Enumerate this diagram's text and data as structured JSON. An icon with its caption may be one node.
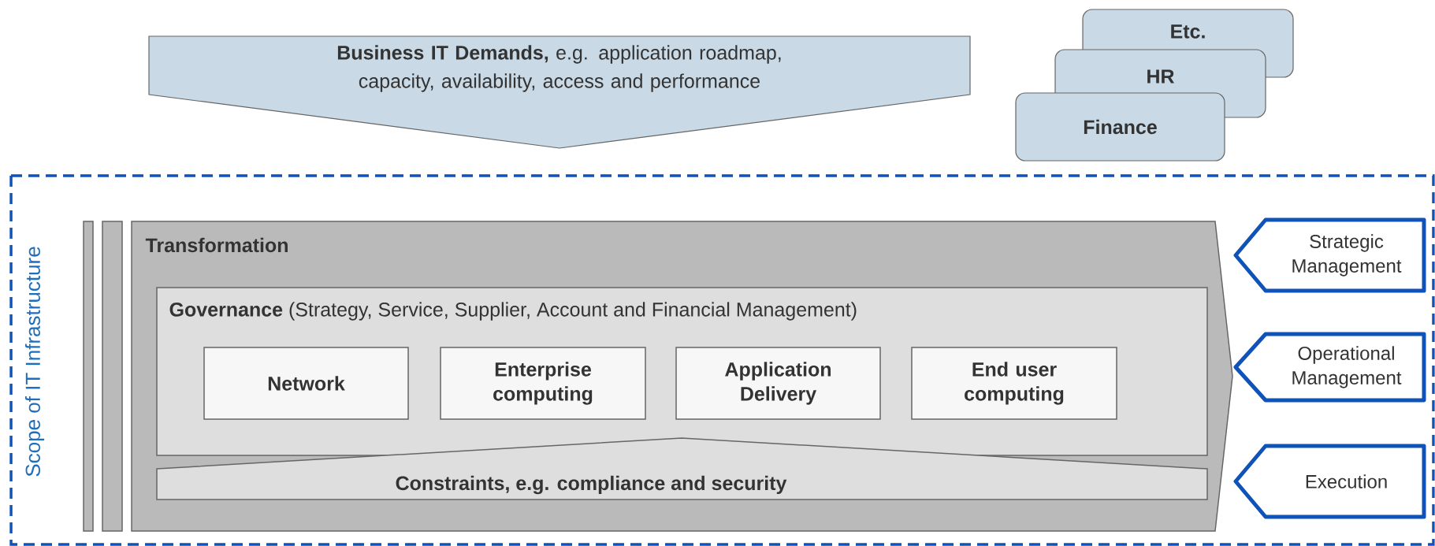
{
  "diagram": {
    "nodes": [
      {
        "text": [
          "**Business IT Demands,** e.g. application roadmap, capacity, availability, access and performance"
        ]
      },
      {
        "text": [
          "Etc."
        ]
      },
      {
        "text": [
          "HR"
        ]
      },
      {
        "text": [
          "Finance"
        ]
      },
      {
        "text": [
          "Scope of IT Infrastructure"
        ]
      },
      {
        "text": [],
        "shape": "bar",
        "in": 4
      },
      {
        "text": [],
        "shape": "bar",
        "in": 4
      },
      {
        "text": [
          "Transformation"
        ],
        "in": 4
      },
      {
        "text": [
          "**Governance** (Strategy, Service, Supplier, Account and Financial Management)"
        ],
        "in": 7
      },
      {
        "text": [
          "Network"
        ],
        "in": 8
      },
      {
        "text": [
          "Enterprise computing"
        ],
        "in": 8
      },
      {
        "text": [
          "Application Delivery"
        ],
        "in": 8
      },
      {
        "text": [
          "End user computing"
        ],
        "in": 8
      },
      {
        "text": [
          "Constraints, e.g. compliance and security"
        ],
        "in": 7
      },
      {
        "text": [
          "Strategic Management"
        ],
        "in": 4
      },
      {
        "text": [
          "Operational Management"
        ],
        "in": 4
      },
      {
        "text": [
          "Execution"
        ],
        "in": 4
      }
    ]
  }
}
